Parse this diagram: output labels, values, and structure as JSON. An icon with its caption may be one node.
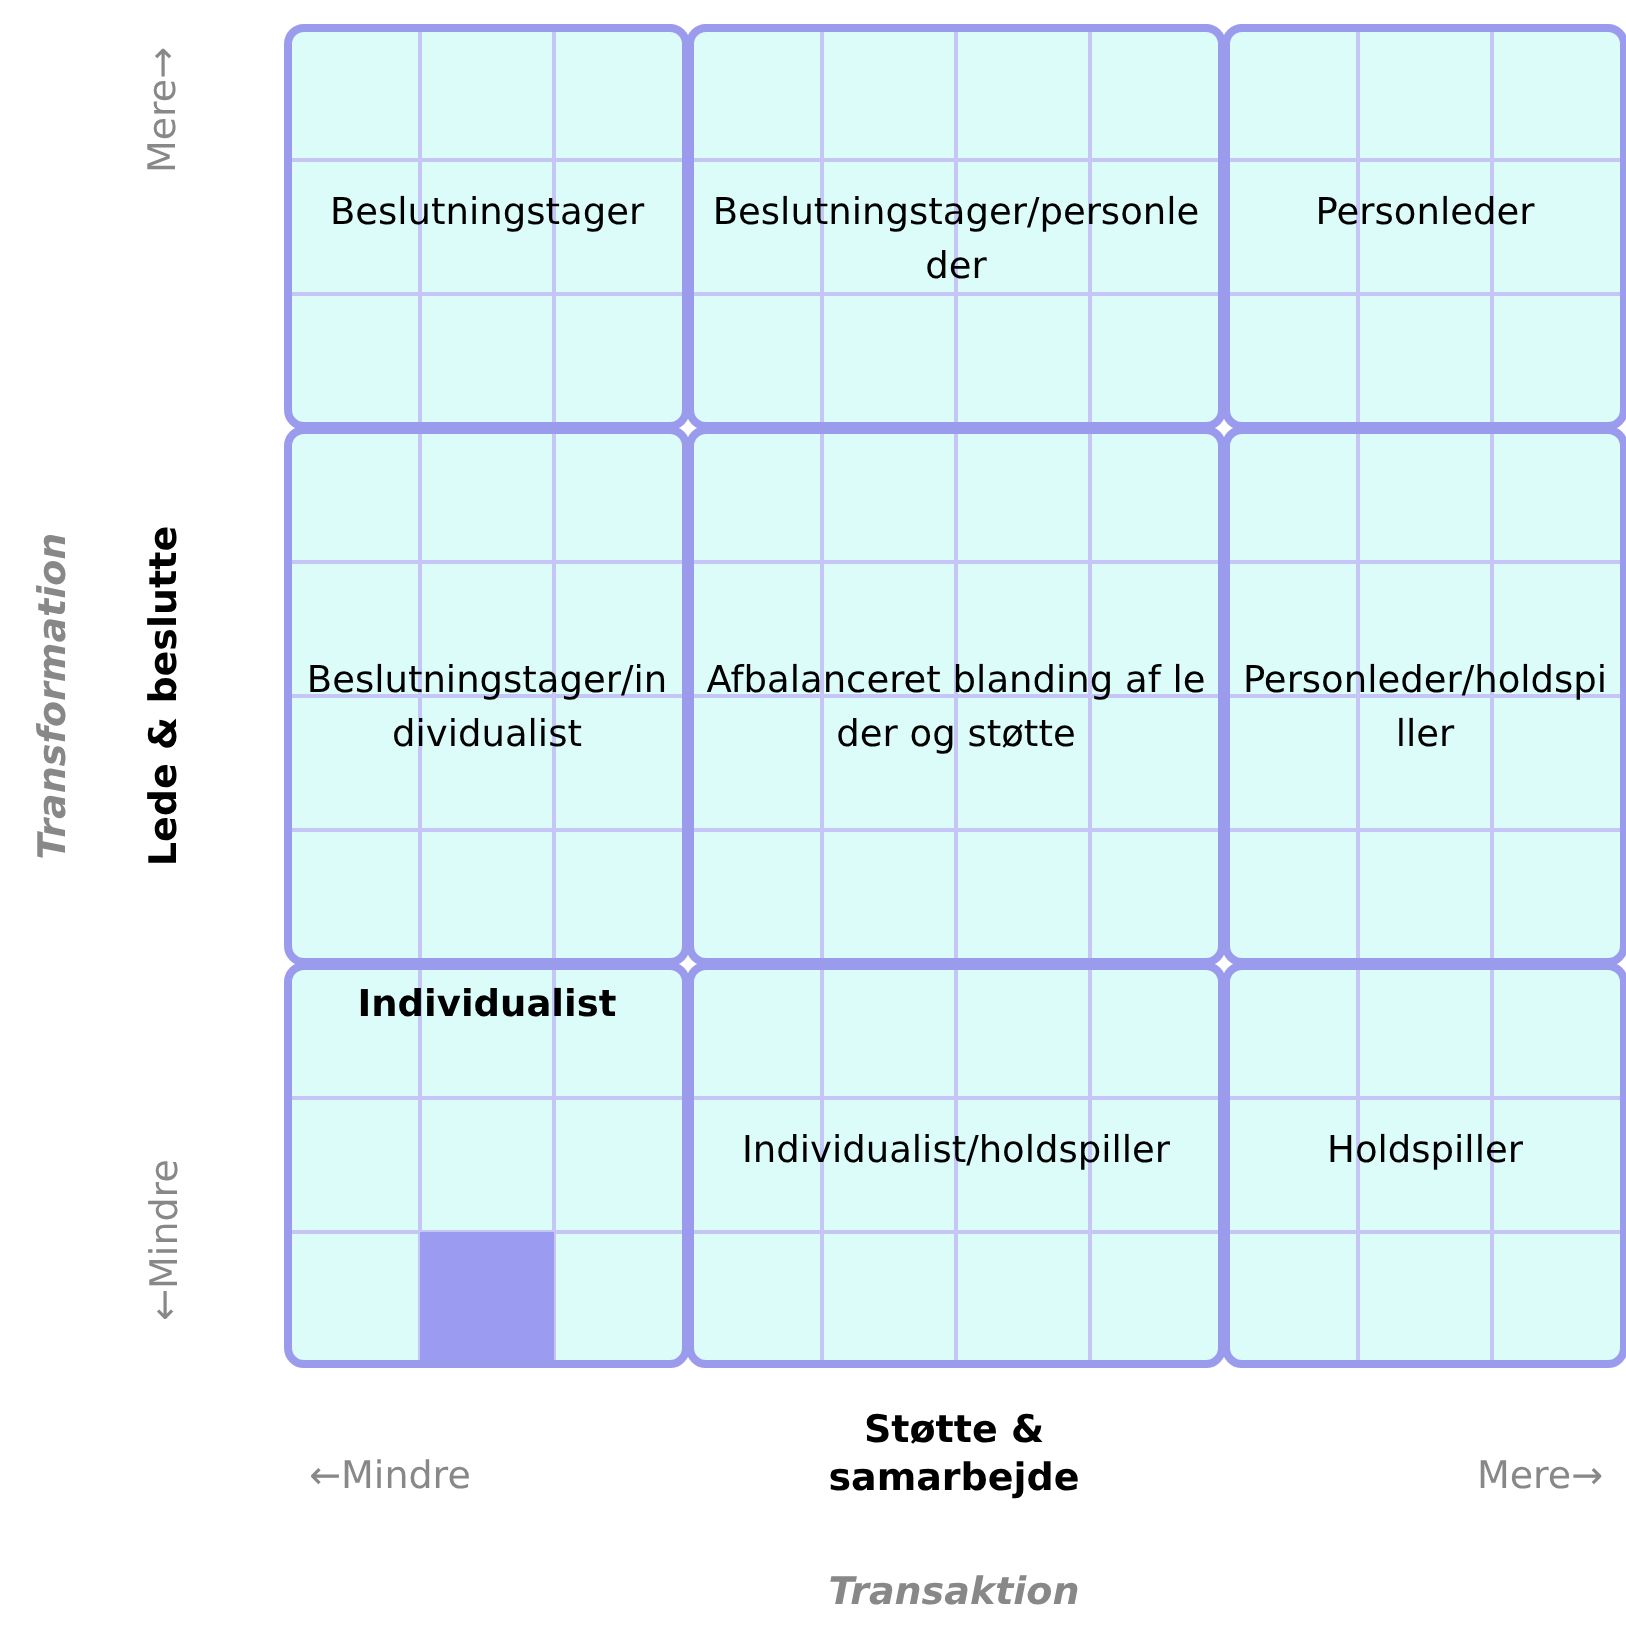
{
  "diagram": {
    "nodes": [
      {
        "text": [
          "Beslutningstager"
        ]
      },
      {
        "text": [
          "Beslutningstager/personleder"
        ]
      },
      {
        "text": [
          "Personleder"
        ]
      },
      {
        "text": [
          "Beslutningstager/individualist"
        ]
      },
      {
        "text": [
          "Afbalanceret blanding af leder og støtte"
        ]
      },
      {
        "text": [
          "Personleder/holdspiller"
        ]
      },
      {
        "text": [
          "Individualist"
        ]
      },
      {
        "text": [
          "Individualist/holdspiller"
        ]
      },
      {
        "text": [
          "Holdspiller"
        ]
      }
    ],
    "labels": [
      "Mere→",
      "←Mindre",
      "Lede & beslutte",
      "Transformation",
      "Støtte & samarbejde",
      "←Mindre",
      "Mere→",
      "Transaktion"
    ]
  }
}
